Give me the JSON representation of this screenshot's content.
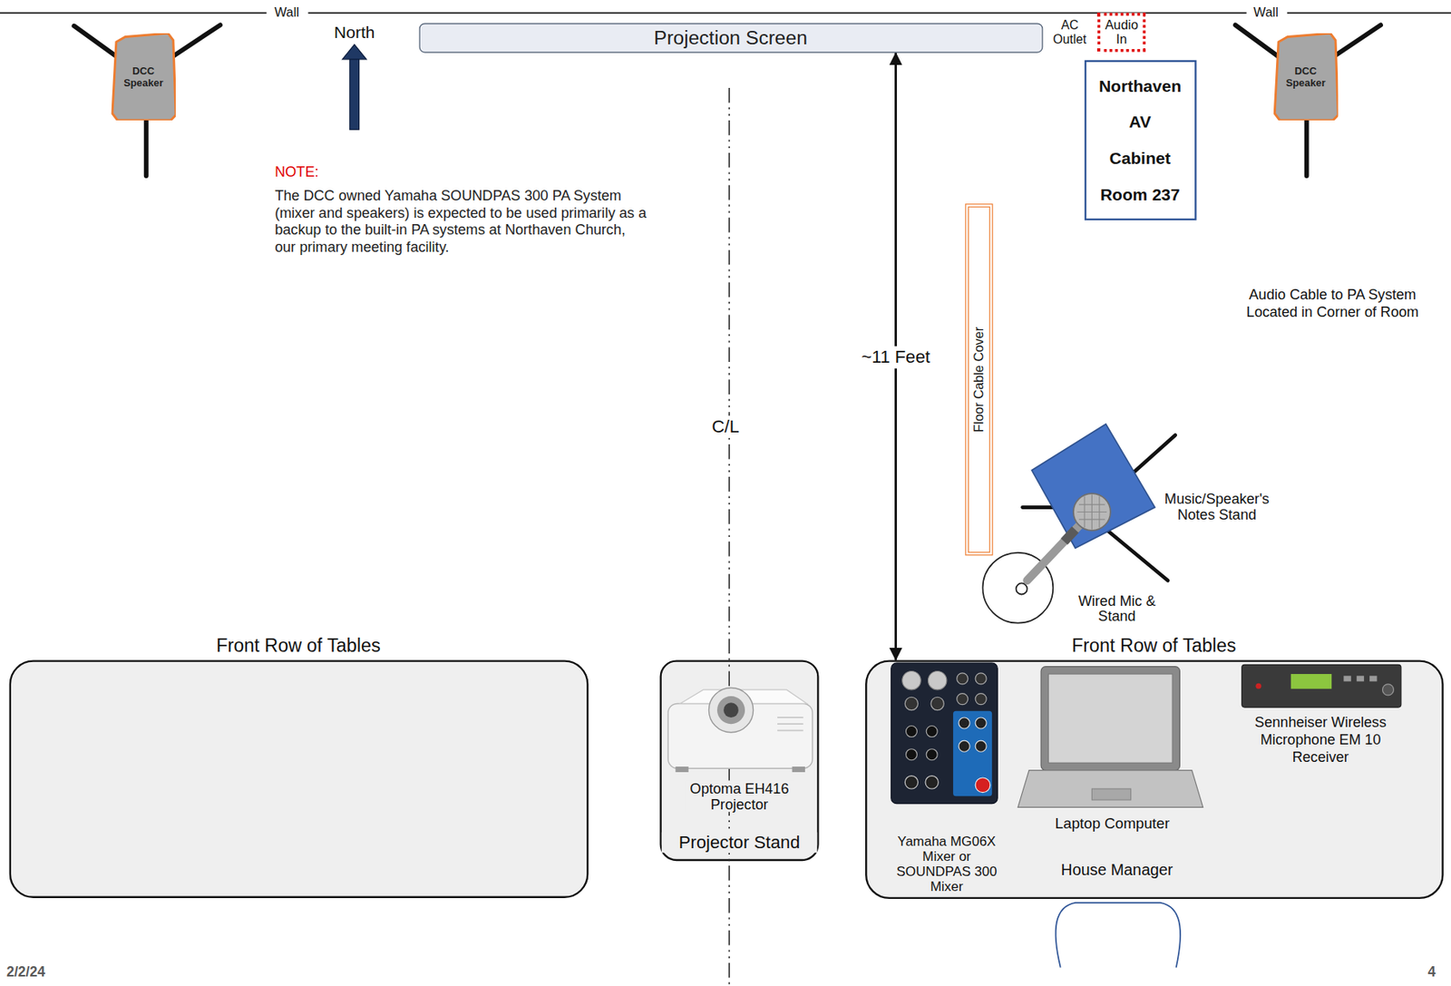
{
  "diagram": {
    "nodes": [
      {
        "text": [
          "DCC Speaker"
        ]
      },
      {
        "text": [
          "Projection Screen"
        ]
      },
      {
        "text": [
          "Audio In"
        ]
      },
      {
        "text": [
          "Northaven AV Cabinet Room 237"
        ]
      },
      {
        "text": [
          "DCC Speaker"
        ]
      },
      {
        "text": [
          "Floor Cable Cover"
        ]
      },
      {
        "text": [
          "Front Row of Tables"
        ]
      },
      {
        "text": [
          "Optoma EH416 Projector",
          "Projector Stand"
        ]
      },
      {
        "text": [
          "Front Row of Tables",
          "Yamaha MG06X Mixer or SOUNDPAS 300 Mixer",
          "Laptop Computer",
          "House Manager",
          "Sennheiser Wireless Microphone EM 10 Receiver"
        ]
      }
    ],
    "edges": [
      {
        "from": 1,
        "to": 8,
        "arrow": "both",
        "label": "~11 Feet"
      }
    ],
    "labels": [
      "Wall",
      "Wall",
      "North",
      "AC Outlet",
      "NOTE:",
      "The DCC owned Yamaha SOUNDPAS 300 PA System (mixer and speakers) is expected to be used primarily as a backup to the built-in PA systems at Northaven Church, our primary meeting facility.",
      "Audio Cable to PA System Located in Corner of Room",
      "C/L",
      "Music/Speaker's Notes Stand",
      "Wired Mic & Stand",
      "2/2/24",
      "4"
    ]
  }
}
